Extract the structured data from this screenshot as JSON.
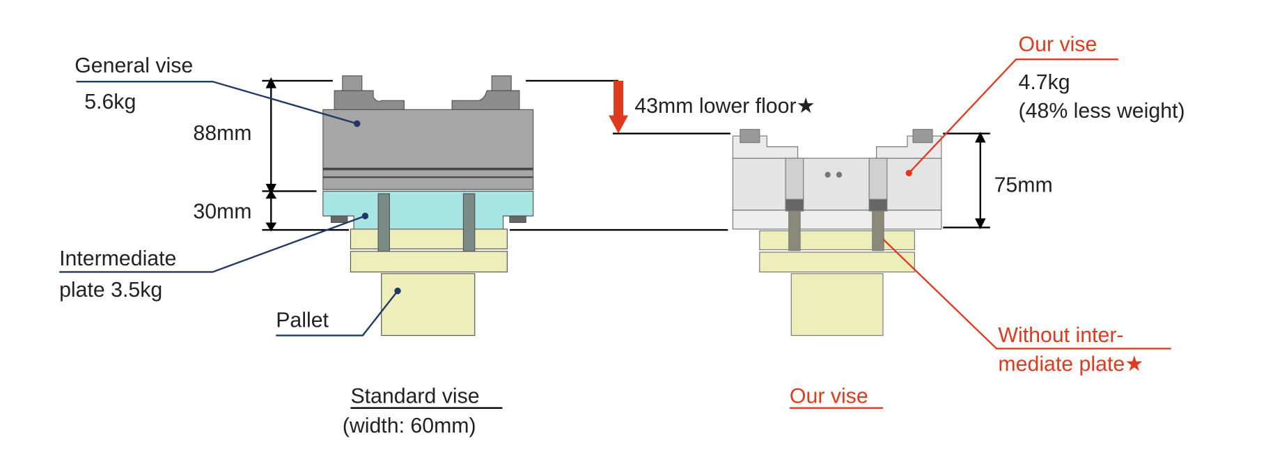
{
  "colors": {
    "accent_red": "#e03a1e",
    "leader_navy": "#1f3864",
    "vise_gray": "#a6a6a6",
    "plate_cyan": "#a8e6e6",
    "pallet_yellow": "#eeeebb",
    "our_vise_gray": "#e4e4e4"
  },
  "standard": {
    "general_vise_label": "General vise",
    "general_vise_weight": "5.6kg",
    "intermediate_label_1": "Intermediate",
    "intermediate_label_2": "plate 3.5kg",
    "pallet_label": "Pallet",
    "dim_vise": "88mm",
    "dim_plate": "30mm",
    "caption": "Standard vise",
    "caption_sub": "(width: 60mm)"
  },
  "comparison": {
    "lower_floor": "43mm lower floor★"
  },
  "ours": {
    "title_label": "Our vise",
    "weight": "4.7kg",
    "weight_note": "(48% less weight)",
    "dim_vise": "75mm",
    "without_plate_1": "Without inter-",
    "without_plate_2": "mediate plate★",
    "caption": "Our vise"
  }
}
